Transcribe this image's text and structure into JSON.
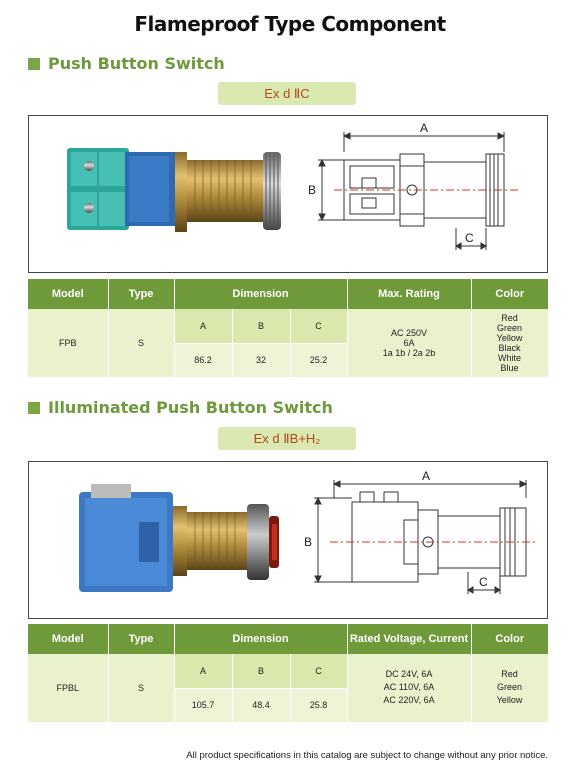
{
  "page": {
    "title": "Flameproof Type Component"
  },
  "sections": [
    {
      "title": "Push Button Switch",
      "ex_rating": "Ex d ⅡC",
      "drawing_labels": {
        "a": "A",
        "b": "B",
        "c": "C"
      },
      "table": {
        "headers": {
          "model": "Model",
          "type": "Type",
          "dimension": "Dimension",
          "rating": "Max. Rating",
          "color": "Color"
        },
        "dim_headers": [
          "A",
          "B",
          "C"
        ],
        "row": {
          "model": "FPB",
          "type": "S",
          "dims": [
            "86.2",
            "32",
            "25.2"
          ],
          "rating_lines": [
            "AC 250V",
            "6A",
            "1a 1b / 2a 2b"
          ],
          "colors": [
            "Red",
            "Green",
            "Yellow",
            "Black",
            "White",
            "Blue"
          ]
        }
      }
    },
    {
      "title": "Illuminated Push Button Switch",
      "ex_rating": "Ex d ⅡB+H₂",
      "drawing_labels": {
        "a": "A",
        "b": "B",
        "c": "C"
      },
      "table": {
        "headers": {
          "model": "Model",
          "type": "Type",
          "dimension": "Dimension",
          "rating": "Rated Voltage, Current",
          "color": "Color"
        },
        "dim_headers": [
          "A",
          "B",
          "C"
        ],
        "row": {
          "model": "FPBL",
          "type": "S",
          "dims": [
            "105.7",
            "48.4",
            "25.8"
          ],
          "rating_lines": [
            "DC 24V, 6A",
            "AC 110V, 6A",
            "AC 220V, 6A"
          ],
          "colors": [
            "Red",
            "Green",
            "Yellow"
          ]
        }
      }
    }
  ],
  "footer": {
    "note": "All product specifications in this catalog are subject to change without any prior notice."
  },
  "colors": {
    "accent_green": "#6e9a3a",
    "title_green": "#6c9a3c",
    "badge_bg": "#d9e9b1",
    "badge_text": "#b34a1e",
    "cell_bg": "#e9f2cc"
  }
}
